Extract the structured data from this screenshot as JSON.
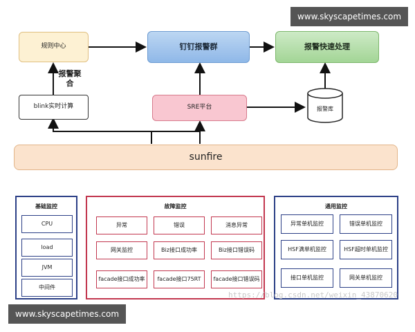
{
  "watermark": {
    "top": "www.skyscapetimes.com",
    "bottom": "www.skyscapetimes.com",
    "faint_url": "https://blog.csdn.net/weixin_43870620"
  },
  "top": {
    "rule_center": "规则中心",
    "dingding_group": "钉钉报警群",
    "alarm_fast_process": "报警快速处理"
  },
  "middle": {
    "blink": "blink实时计算",
    "sre": "SRE平台",
    "alarm_db": "报警库",
    "aggregate_label": "报警聚合"
  },
  "sunfire": "sunfire",
  "panels": {
    "basic": {
      "title": "基础监控",
      "items": [
        "CPU",
        "load",
        "JVM",
        "中间件"
      ]
    },
    "fault": {
      "title": "故障监控",
      "items": [
        "异常",
        "错误",
        "消息异常",
        "网关监控",
        "Biz接口成功率",
        "Biz接口错误码",
        "facade接口成功率",
        "facade接口75RT",
        "facade接口错误码"
      ]
    },
    "general": {
      "title": "通用监控",
      "items": [
        "异常单机监控",
        "错误单机监控",
        "HSF满单机监控",
        "HSF超时单机监控",
        "接口单机监控",
        "网关单机监控"
      ]
    }
  }
}
